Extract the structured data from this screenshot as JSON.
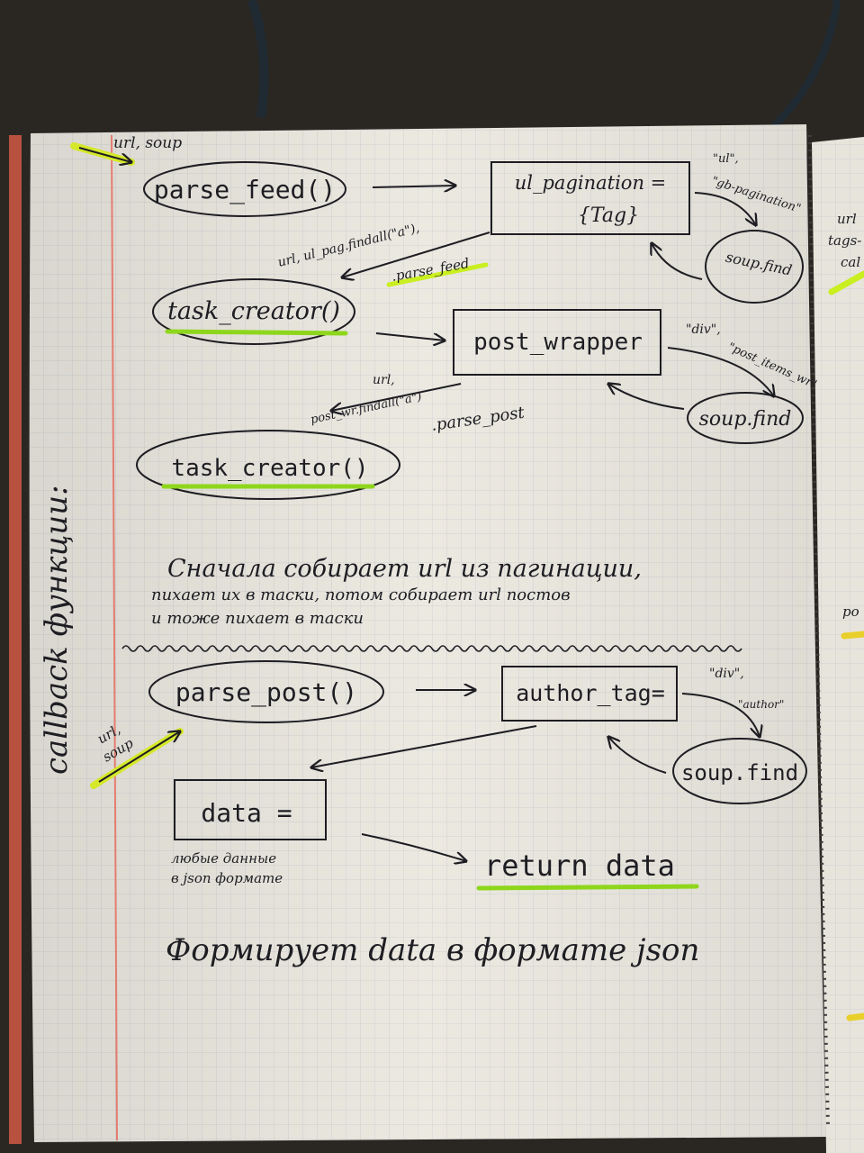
{
  "notebook": {
    "side_title": "callback функции:",
    "colors": {
      "ink": "#1d1d22",
      "paper": "#ece9e1",
      "grid": "#c9ccd0",
      "margin_line": "#e47d70",
      "highlight": "#b9e81f"
    },
    "top_diagram": {
      "input_label": "url, soup",
      "nodes": {
        "parse_feed": "parse_feed()",
        "ul_pagination_line1": "ul_pagination =",
        "ul_pagination_line2": "{Tag}",
        "soup_find_1": "soup.find",
        "task_creator_1": "task_creator()",
        "post_wrapper": "post_wrapper",
        "soup_find_2": "soup.find",
        "task_creator_2": "task_creator()"
      },
      "edge_labels": {
        "find_args_1_line1": "\"ul\",",
        "find_args_1_line2": "\"gb-pagination\"",
        "to_task_creator_1_line1": "url, ul_pag.findall(\"a\"),",
        "to_task_creator_1_line2": ".parse_feed",
        "find_args_2_line1": "\"div\",",
        "find_args_2_line2": "\"post_items_wr\"",
        "to_task_creator_2_line1": "url,",
        "to_task_creator_2_line2": "post_wr.findall(\"a\")",
        "to_task_creator_2_line3": ".parse_post"
      }
    },
    "note_1": {
      "line1": "Сначала собирает url из пагинации,",
      "line2": "пихает их в таски, потом собирает url постов",
      "line3": "и тоже пихает в таски"
    },
    "bottom_diagram": {
      "input_label_line1": "url,",
      "input_label_line2": "soup",
      "nodes": {
        "parse_post": "parse_post()",
        "author_tag": "author_tag=",
        "soup_find_3": "soup.find",
        "data": "data =",
        "return_data": "return data"
      },
      "edge_labels": {
        "find_args_3_line1": "\"div\",",
        "find_args_3_line2": "\"author\""
      },
      "data_caption_line1": "любые данные",
      "data_caption_line2": "в json формате"
    },
    "note_2": "Формирует data в формате json",
    "right_page_fragments": [
      "url",
      "tags-",
      "cal",
      "po"
    ]
  }
}
